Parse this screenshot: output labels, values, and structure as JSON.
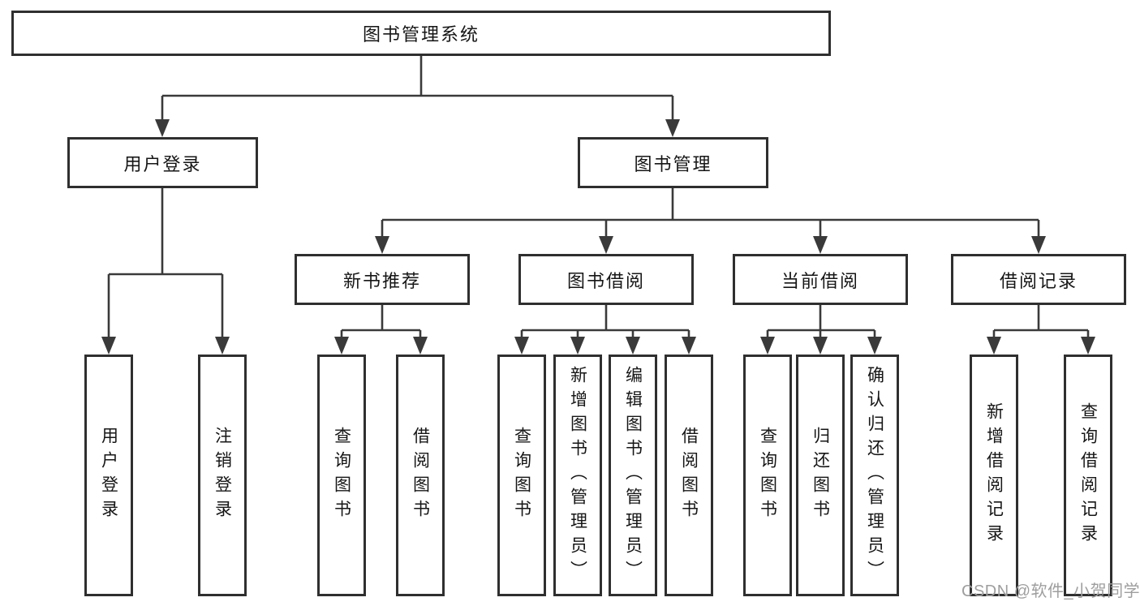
{
  "nodes": {
    "root": "图书管理系统",
    "user_login": "用户登录",
    "book_mgmt": "图书管理",
    "new_book_rec": "新书推荐",
    "book_borrow": "图书借阅",
    "current_borrow": "当前借阅",
    "borrow_records": "借阅记录",
    "leaf_user_login": "用户登录",
    "leaf_logout": "注销登录",
    "leaf_nb_query": "查询图书",
    "leaf_nb_borrow": "借阅图书",
    "leaf_bb_query": "查询图书",
    "leaf_bb_add": "新增图书（管理员）",
    "leaf_bb_edit": "编辑图书（管理员）",
    "leaf_bb_borrow": "借阅图书",
    "leaf_cb_query": "查询图书",
    "leaf_cb_return": "归还图书",
    "leaf_cb_confirm": "确认归还（管理员）",
    "leaf_br_add": "新增借阅记录",
    "leaf_br_query": "查询借阅记录"
  },
  "colors": {
    "line": "#3a3a3a",
    "box_border": "#2f2f2f",
    "text": "#161616",
    "watermark": "#9e9e9e"
  },
  "watermark": "CSDN @软件_小贺同学"
}
